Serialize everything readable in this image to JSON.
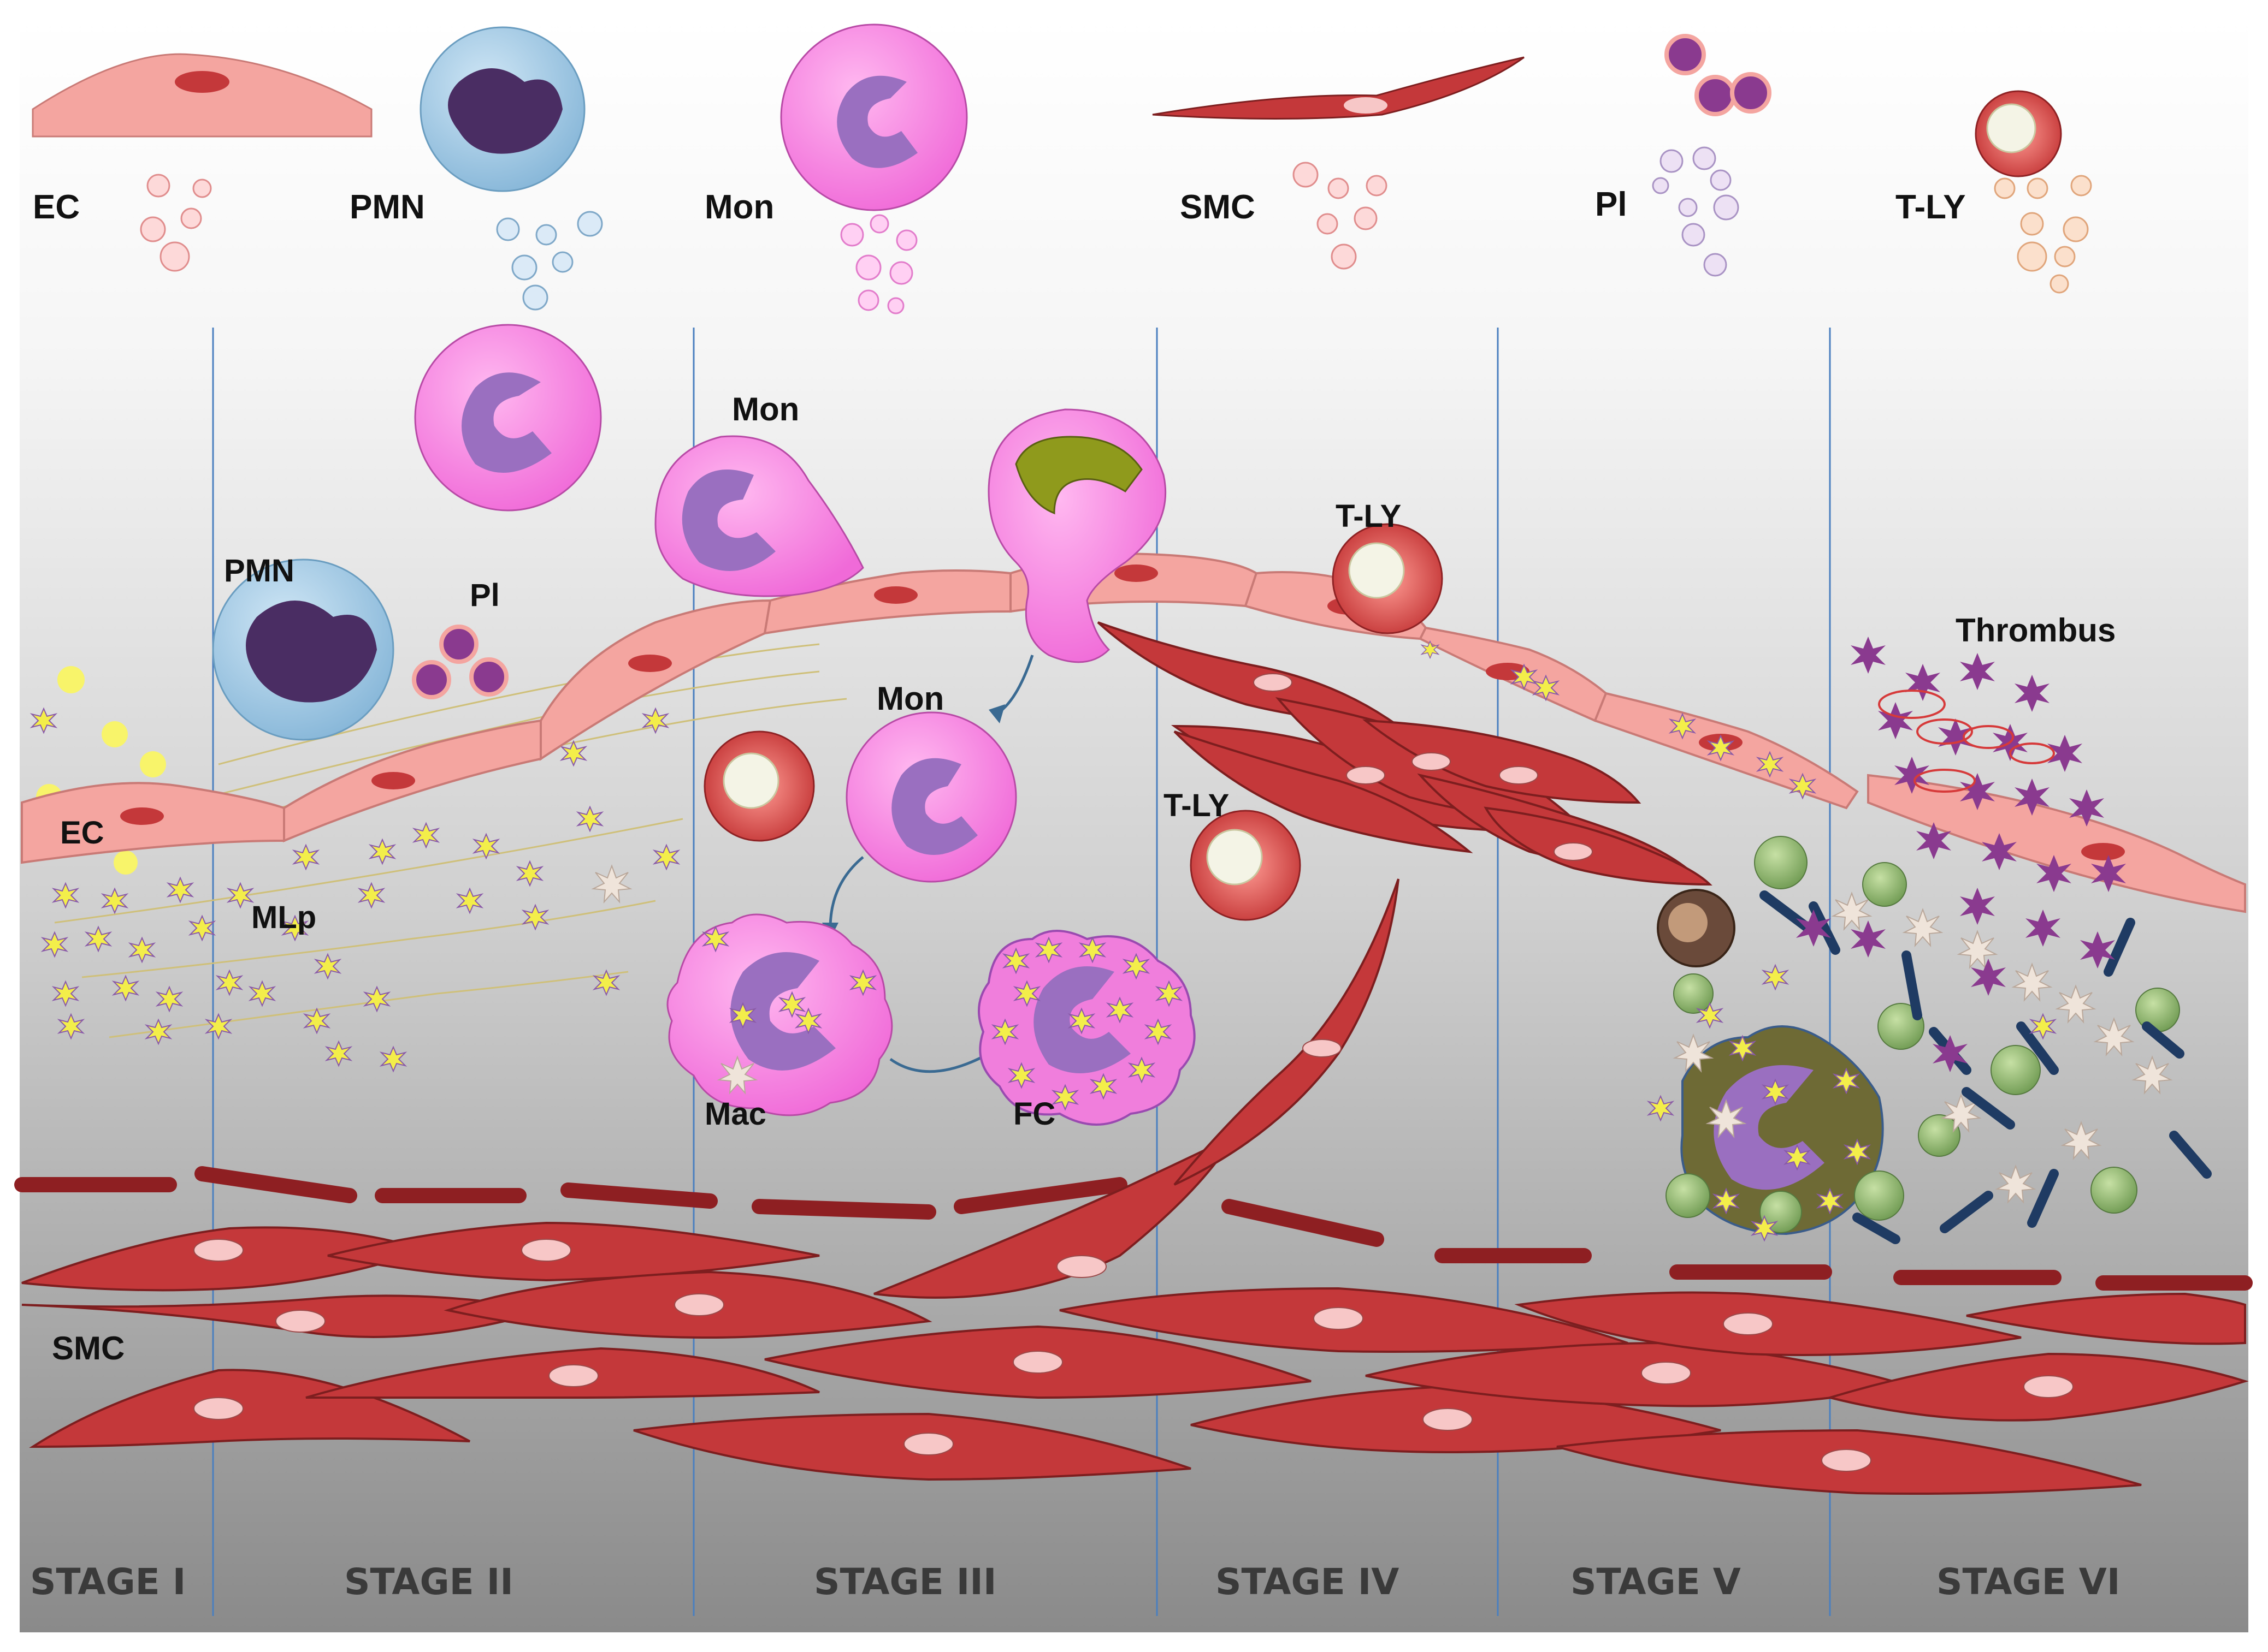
{
  "top_row": {
    "ec": "EC",
    "pmn": "PMN",
    "mon": "Mon",
    "smc": "SMC",
    "pl": "Pl",
    "tly": "T-LY"
  },
  "scene": {
    "mon_adhering": "Mon",
    "pmn": "PMN",
    "pl": "Pl",
    "ec": "EC",
    "mlp": "MLp",
    "mon_intima": "Mon",
    "mac": "Mac",
    "fc": "FC",
    "tly_endothelium": "T-LY",
    "tly_intima": "T-LY",
    "thrombus": "Thrombus",
    "smc_media": "SMC"
  },
  "stages": [
    "STAGE I",
    "STAGE II",
    "STAGE III",
    "STAGE IV",
    "STAGE V",
    "STAGE VI"
  ],
  "colors": {
    "endothelium": "#f4a5a0",
    "smooth_muscle": "#c4383a",
    "monocyte": "#ff7ee0",
    "nucleus": "#9a6fc0",
    "lipid": "#f3ee4a",
    "platelet": "#8a3a8f",
    "fibrin": "#1f3b63",
    "divider": "#4a7fbf"
  }
}
